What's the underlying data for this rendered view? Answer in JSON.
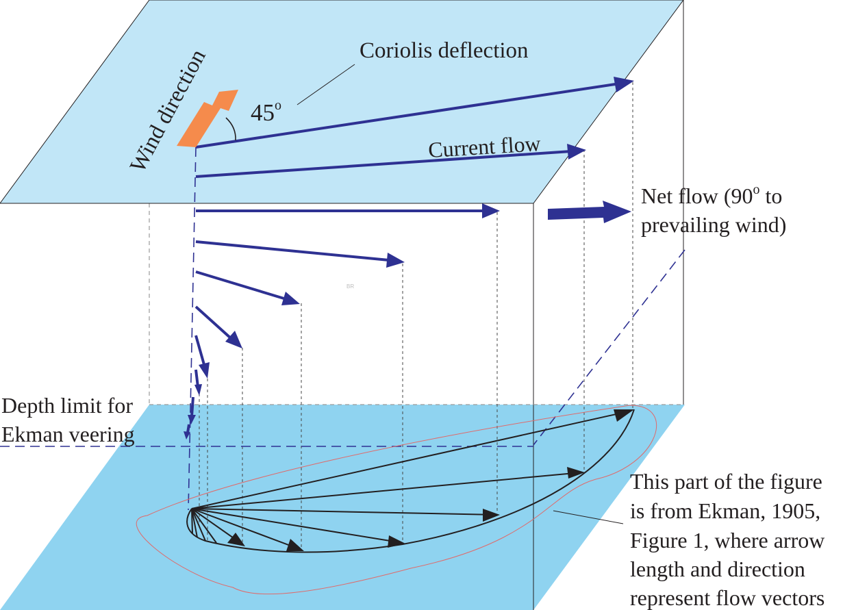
{
  "labels": {
    "wind_direction": "Wind direction",
    "coriolis": "Coriolis deflection",
    "angle": "45",
    "angle_sup": "o",
    "current_flow": "Current flow",
    "net_flow_line1_a": "Net flow (90",
    "net_flow_sup": "o",
    "net_flow_line1_b": " to",
    "net_flow_line2": "prevailing wind)",
    "depth_limit_line1": "Depth limit for",
    "depth_limit_line2": "Ekman veering",
    "ekman_note": [
      "This part of the figure",
      "is from Ekman, 1905,",
      "Figure 1, where arrow",
      "length and direction",
      "represent flow vectors"
    ],
    "watermark": "BR"
  },
  "colors": {
    "sea_surface": "#c1e6f7",
    "sea_floor": "#8fd3f0",
    "flow_arrow": "#2e3192",
    "wind_arrow": "#f58b4c",
    "ekman_arrow": "#231f20",
    "outline_red": "#e06a6a"
  }
}
